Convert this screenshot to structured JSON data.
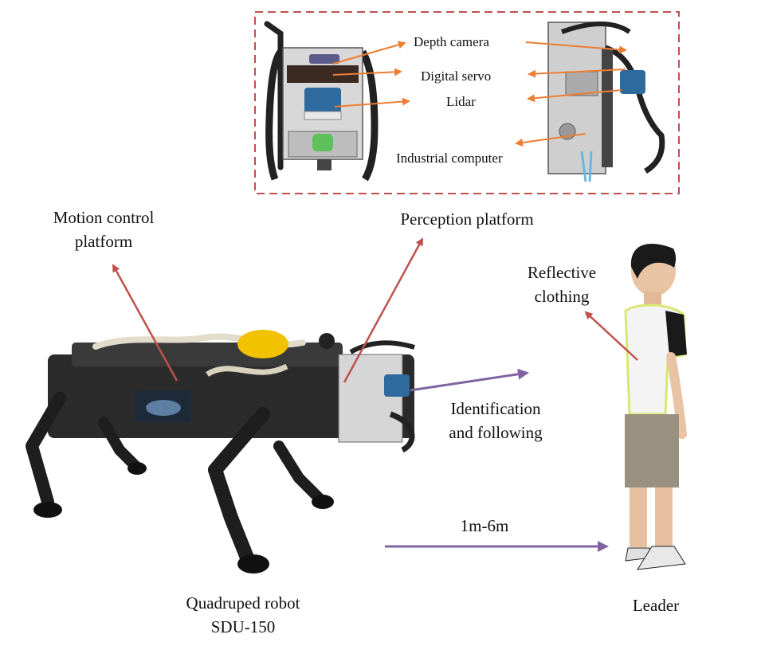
{
  "inset": {
    "labels": {
      "depth_camera": "Depth camera",
      "digital_servo": "Digital servo",
      "lidar": "Lidar",
      "industrial_computer": "Industrial computer"
    }
  },
  "labels": {
    "motion_control_line1": "Motion control",
    "motion_control_line2": "platform",
    "perception_platform": "Perception platform",
    "reflective_line1": "Reflective",
    "reflective_line2": "clothing",
    "identification_line1": "Identification",
    "identification_line2": "and following",
    "distance": "1m-6m",
    "robot_line1": "Quadruped robot",
    "robot_line2": "SDU-150",
    "leader": "Leader"
  },
  "colors": {
    "red_arrow": "#c0504d",
    "orange_arrow": "#ed7d31",
    "purple_arrow": "#8064a2",
    "inset_border": "#c0504d"
  }
}
